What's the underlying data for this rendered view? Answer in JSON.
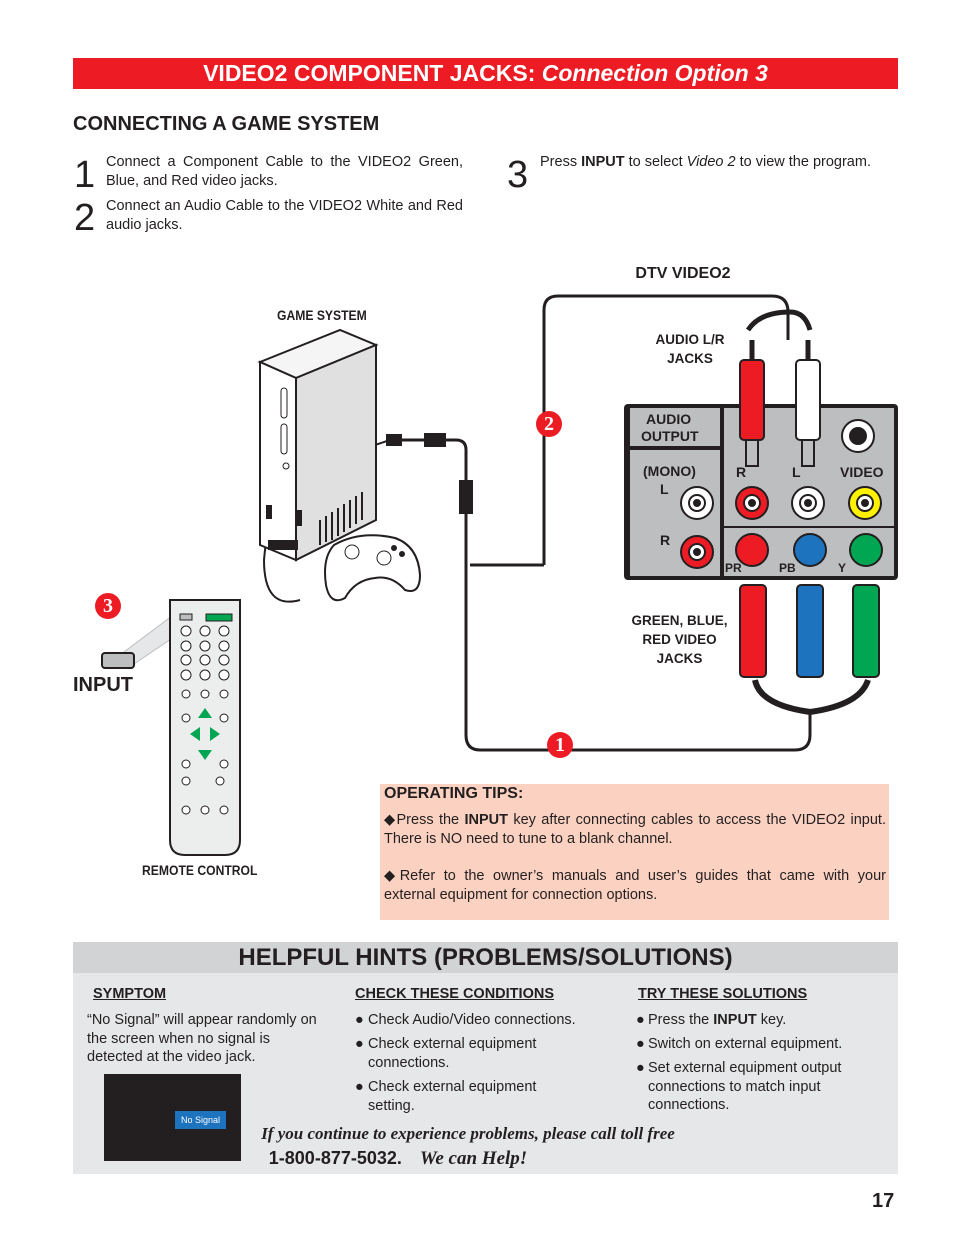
{
  "banner": {
    "title": "VIDEO2 COMPONENT JACKS:",
    "subtitle": "Connection Option 3"
  },
  "section_title": "CONNECTING A GAME SYSTEM",
  "steps": [
    {
      "num": "1",
      "text": "Connect a Component Cable to the VIDEO2 Green, Blue, and Red video jacks."
    },
    {
      "num": "2",
      "text": "Connect an Audio Cable to the VIDEO2 White and Red audio jacks."
    },
    {
      "num": "3",
      "pre": "Press ",
      "bold": "INPUT",
      "mid": " to select ",
      "ital": "Video 2",
      "post": " to view the program."
    }
  ],
  "diagram": {
    "dtv_label": "DTV VIDEO2",
    "game_label": "GAME SYSTEM",
    "audio_jacks_label1": "AUDIO L/R",
    "audio_jacks_label2": "JACKS",
    "video_jacks_label1": "GREEN, BLUE,",
    "video_jacks_label2": "RED VIDEO",
    "video_jacks_label3": "JACKS",
    "remote_label": "REMOTE CONTROL",
    "input_label": "INPUT",
    "panel_audio_output1": "AUDIO",
    "panel_audio_output2": "OUTPUT",
    "panel_mono": "(MONO)",
    "panel_l": "L",
    "panel_r": "R",
    "panel_r2": "R",
    "panel_l2": "L",
    "panel_video": "VIDEO",
    "panel_pr": "PR",
    "panel_pb": "PB",
    "panel_y": "Y",
    "marker1": "1",
    "marker2": "2",
    "marker3": "3"
  },
  "operating_tips": {
    "title": "OPERATING TIPS:",
    "tip1_pre": "Press the ",
    "tip1_bold": "INPUT",
    "tip1_post": " key after connecting cables to access the VIDEO2 input. There is NO need to tune to a blank channel.",
    "tip2": "Refer to the owner’s manuals and user’s guides that came with your external equipment for connection options."
  },
  "hints": {
    "title": "HELPFUL HINTS (PROBLEMS/SOLUTIONS)",
    "symptom_head": "SYMPTOM",
    "symptom_text": "“No Signal” will appear randomly on the screen when no signal is detected at the video jack.",
    "screen_text": "No Signal",
    "conditions_head": "CHECK THESE CONDITIONS",
    "conditions": [
      "Check Audio/Video connections.",
      "Check external equipment connections.",
      "Check external equipment setting."
    ],
    "solutions_head": "TRY THESE SOLUTIONS",
    "solution1_pre": "Press the ",
    "solution1_bold": "INPUT",
    "solution1_post": " key.",
    "solution2": "Switch on external equipment.",
    "solution3": "Set external equipment output connections to match input connections.",
    "help_line1": "If you continue to experience problems, please call toll free",
    "phone": "1-800-877-5032.",
    "we_can_help": "We can Help!"
  },
  "page_number": "17",
  "colors": {
    "accent_red": "#ed1c24",
    "tips_bg": "#fbd2c1",
    "hints_bg": "#e6e7e8"
  }
}
